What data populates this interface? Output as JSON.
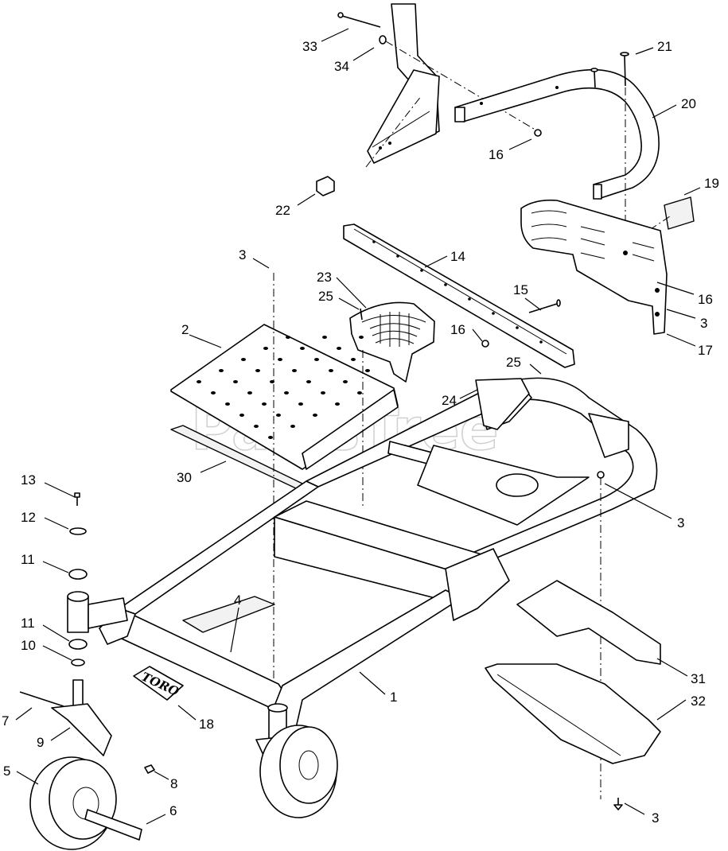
{
  "watermark": "PartsTree",
  "badge_text": "TORO",
  "callouts": [
    {
      "id": "c33",
      "label": "33"
    },
    {
      "id": "c34",
      "label": "34"
    },
    {
      "id": "c21",
      "label": "21"
    },
    {
      "id": "c20",
      "label": "20"
    },
    {
      "id": "c16a",
      "label": "16"
    },
    {
      "id": "c22",
      "label": "22"
    },
    {
      "id": "c19",
      "label": "19"
    },
    {
      "id": "c3a",
      "label": "3"
    },
    {
      "id": "c23",
      "label": "23"
    },
    {
      "id": "c14",
      "label": "14"
    },
    {
      "id": "c25a",
      "label": "25"
    },
    {
      "id": "c15",
      "label": "15"
    },
    {
      "id": "c16b",
      "label": "16"
    },
    {
      "id": "c16c",
      "label": "16"
    },
    {
      "id": "c3b",
      "label": "3"
    },
    {
      "id": "c2",
      "label": "2"
    },
    {
      "id": "c17",
      "label": "17"
    },
    {
      "id": "c25b",
      "label": "25"
    },
    {
      "id": "c24",
      "label": "24"
    },
    {
      "id": "c30",
      "label": "30"
    },
    {
      "id": "c13",
      "label": "13"
    },
    {
      "id": "c3c",
      "label": "3"
    },
    {
      "id": "c12",
      "label": "12"
    },
    {
      "id": "c11a",
      "label": "11"
    },
    {
      "id": "c4",
      "label": "4"
    },
    {
      "id": "c11b",
      "label": "11"
    },
    {
      "id": "c10",
      "label": "10"
    },
    {
      "id": "c31",
      "label": "31"
    },
    {
      "id": "c1",
      "label": "1"
    },
    {
      "id": "c32",
      "label": "32"
    },
    {
      "id": "c7",
      "label": "7"
    },
    {
      "id": "c18",
      "label": "18"
    },
    {
      "id": "c9",
      "label": "9"
    },
    {
      "id": "c5",
      "label": "5"
    },
    {
      "id": "c8",
      "label": "8"
    },
    {
      "id": "c6",
      "label": "6"
    },
    {
      "id": "c3d",
      "label": "3"
    }
  ]
}
